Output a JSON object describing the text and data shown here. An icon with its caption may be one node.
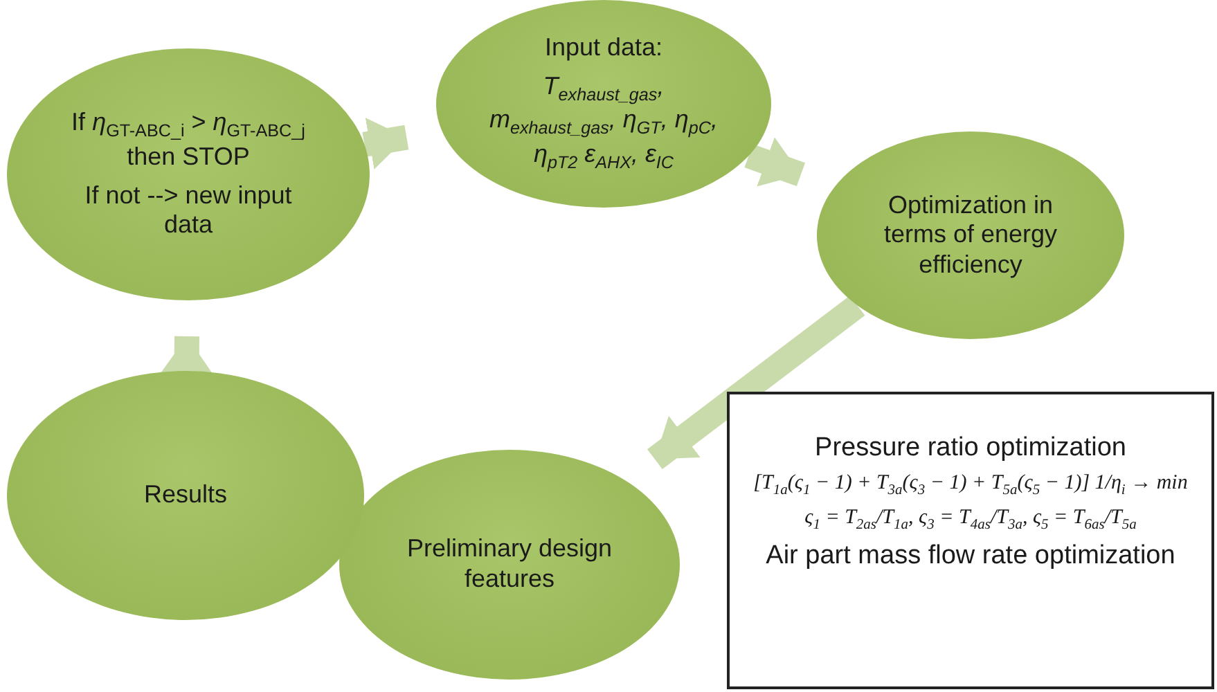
{
  "diagram": {
    "nodes": [
      {
        "text": [
          "If *η*$_{GT-ABC_i}$ > *η*$_{GT-ABC_j}$ then STOP",
          "If not --> new input data"
        ]
      },
      {
        "text": [
          "Input data:",
          "T$_{exhaust_gas}$, m$_{exhaust_gas}$, η$_{GT}$, η$_{pC}$, η$_{pT2}$ ε$_{AHX}$, ε$_{IC}$"
        ]
      },
      {
        "text": [
          "Optimization in terms of energy efficiency"
        ]
      },
      {
        "text": [
          "Preliminary design features"
        ]
      },
      {
        "text": [
          "Results"
        ]
      },
      {
        "text": [
          "Pressure ratio optimization",
          "[T$_{1a}$(ς$_{1}$ − 1) + T$_{3a}$(ς$_{3}$ − 1) + T$_{5a}$(ς$_{5}$ − 1)] 1/η$_{i}$ → min",
          "ς$_{1}$ = T$_{2as}$/T$_{1a}$, ς$_{3}$ = T$_{4as}$/T$_{3a}$, ς$_{5}$ = T$_{6as}$/T$_{5a}$",
          "Air part mass flow rate optimization"
        ]
      }
    ],
    "edges": [
      {
        "from": 0,
        "to": 1,
        "arrow": "to"
      },
      {
        "from": 1,
        "to": 2,
        "arrow": "to"
      },
      {
        "from": 2,
        "to": 3,
        "arrow": "to"
      },
      {
        "from": 4,
        "to": 0,
        "arrow": "to"
      }
    ]
  }
}
